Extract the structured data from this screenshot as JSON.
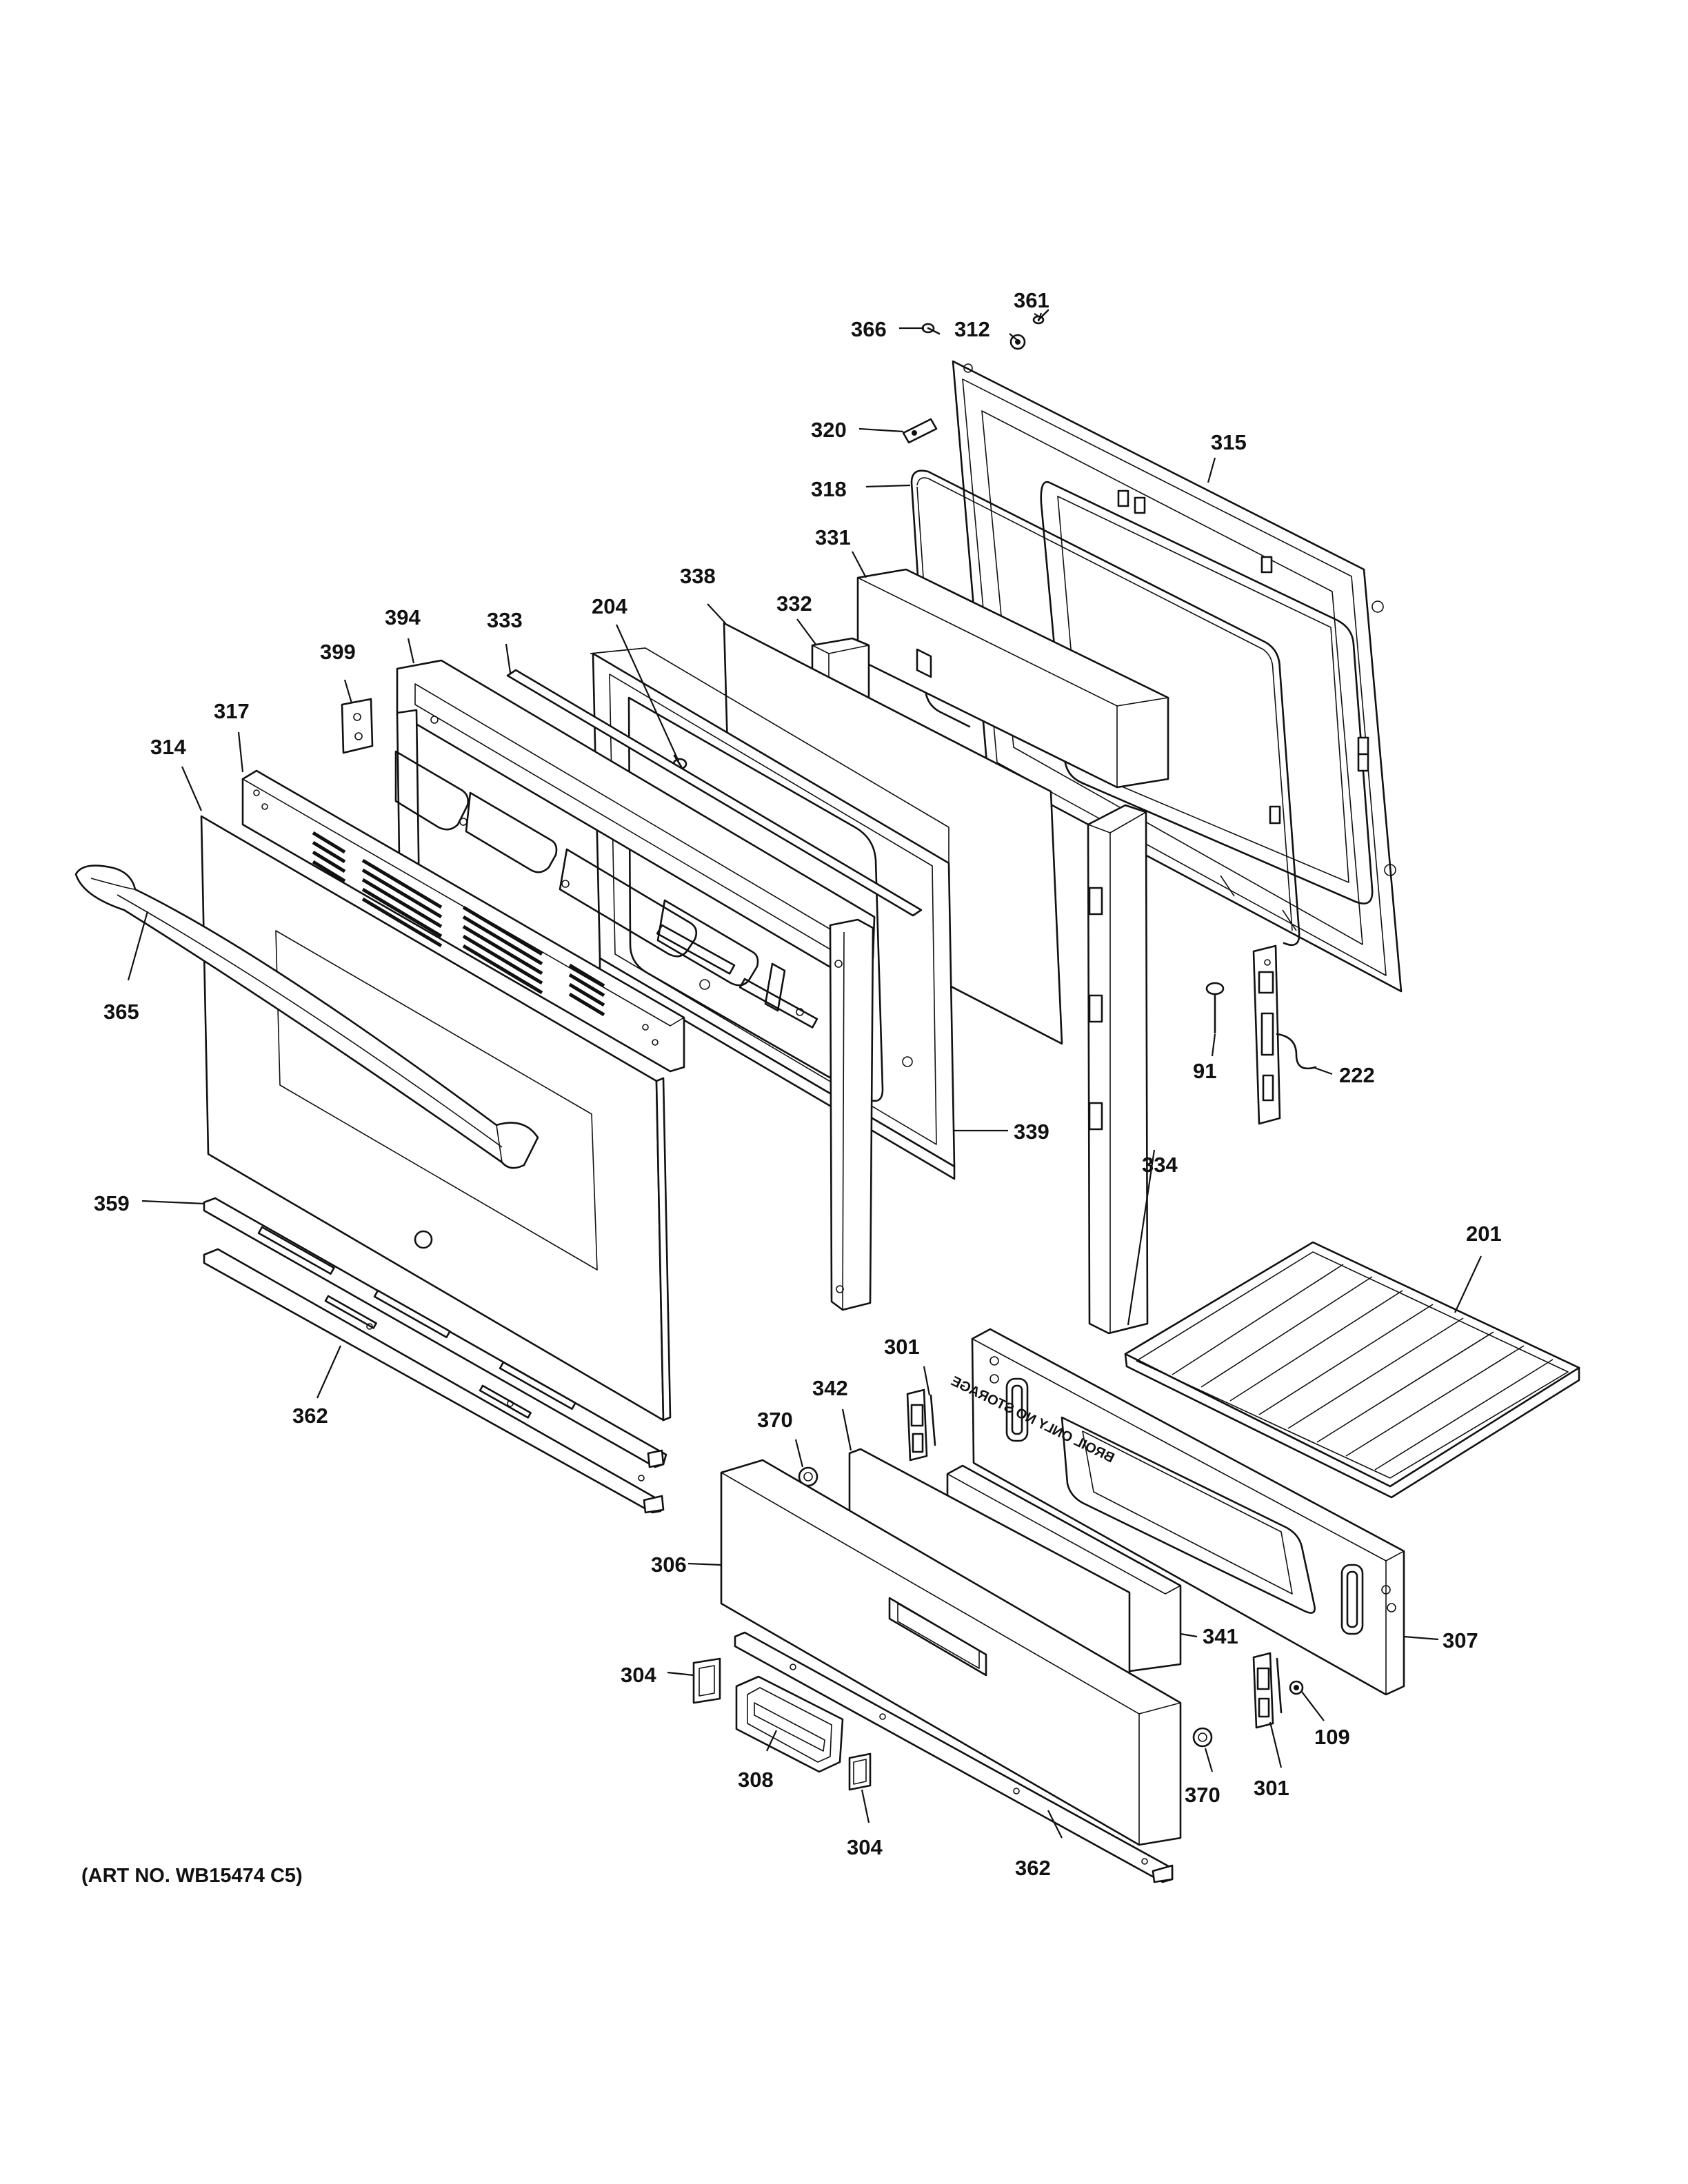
{
  "diagram": {
    "caption": "(ART NO. WB15474 C5)",
    "drawer_text": "BROIL ONLY  NO STORAGE",
    "part_labels": [
      {
        "id": "361",
        "text": "361"
      },
      {
        "id": "312",
        "text": "312"
      },
      {
        "id": "366",
        "text": "366"
      },
      {
        "id": "320",
        "text": "320"
      },
      {
        "id": "315",
        "text": "315"
      },
      {
        "id": "318",
        "text": "318"
      },
      {
        "id": "331",
        "text": "331"
      },
      {
        "id": "338",
        "text": "338"
      },
      {
        "id": "332",
        "text": "332"
      },
      {
        "id": "204",
        "text": "204"
      },
      {
        "id": "333",
        "text": "333"
      },
      {
        "id": "394",
        "text": "394"
      },
      {
        "id": "399",
        "text": "399"
      },
      {
        "id": "317",
        "text": "317"
      },
      {
        "id": "314",
        "text": "314"
      },
      {
        "id": "365",
        "text": "365"
      },
      {
        "id": "91",
        "text": "91"
      },
      {
        "id": "222",
        "text": "222"
      },
      {
        "id": "339",
        "text": "339"
      },
      {
        "id": "334",
        "text": "334"
      },
      {
        "id": "359",
        "text": "359"
      },
      {
        "id": "201",
        "text": "201"
      },
      {
        "id": "301a",
        "text": "301"
      },
      {
        "id": "342",
        "text": "342"
      },
      {
        "id": "370a",
        "text": "370"
      },
      {
        "id": "362a",
        "text": "362"
      },
      {
        "id": "306",
        "text": "306"
      },
      {
        "id": "341",
        "text": "341"
      },
      {
        "id": "307",
        "text": "307"
      },
      {
        "id": "304a",
        "text": "304"
      },
      {
        "id": "308",
        "text": "308"
      },
      {
        "id": "109",
        "text": "109"
      },
      {
        "id": "370b",
        "text": "370"
      },
      {
        "id": "301b",
        "text": "301"
      },
      {
        "id": "304b",
        "text": "304"
      },
      {
        "id": "362b",
        "text": "362"
      }
    ]
  }
}
